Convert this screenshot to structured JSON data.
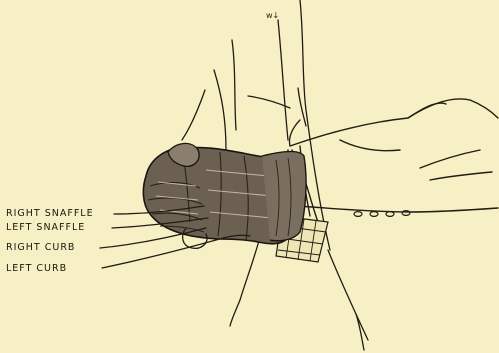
{
  "figure": {
    "background": "#f7f0c4",
    "ink": "#221c14",
    "page_mark": "w↓",
    "labels": [
      {
        "key": "right_snaffle",
        "text": "RIGHT SNAFFLE"
      },
      {
        "key": "left_snaffle",
        "text": "LEFT SNAFFLE"
      },
      {
        "key": "right_curb",
        "text": "RIGHT CURB"
      },
      {
        "key": "left_curb",
        "text": "LEFT CURB"
      }
    ]
  }
}
